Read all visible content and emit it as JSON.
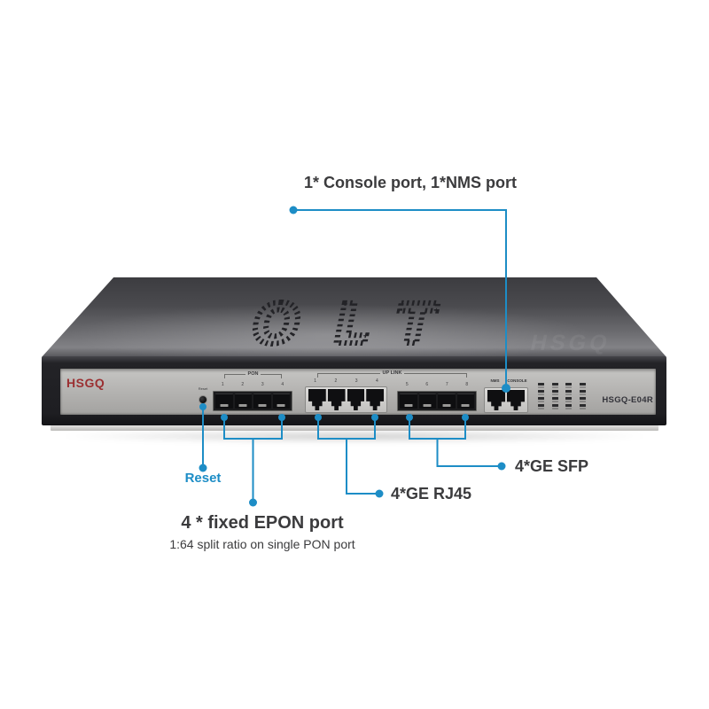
{
  "device": {
    "brand_logo": "HSGQ",
    "model_label": "HSGQ-E04R",
    "top_vent_text": "OLT",
    "top_embossed_text": "HSGQ",
    "reset_micro_label": "Reset",
    "pon": {
      "group_label": "PON",
      "port_numbers": [
        "1",
        "2",
        "3",
        "4"
      ]
    },
    "uplink": {
      "group_label": "UP LINK",
      "rj45_port_numbers": [
        "1",
        "2",
        "3",
        "4"
      ],
      "sfp_port_numbers": [
        "5",
        "6",
        "7",
        "8"
      ]
    },
    "mgmt": {
      "nms_label": "NMS",
      "console_label": "CONSOLE"
    }
  },
  "annotations": {
    "console_nms": "1* Console port, 1*NMS port",
    "reset": "Reset",
    "epon_title": "4 * fixed EPON port",
    "epon_subtitle": "1:64 split ratio on single PON port",
    "rj45": "4*GE RJ45",
    "sfp": "4*GE SFP"
  },
  "colors": {
    "annotation_blue": "#1d8dc6",
    "heading_text": "#3b3b3d",
    "logo_red": "#9b3032",
    "panel_gray": "#b2b1af",
    "body_dark": "#232327"
  }
}
